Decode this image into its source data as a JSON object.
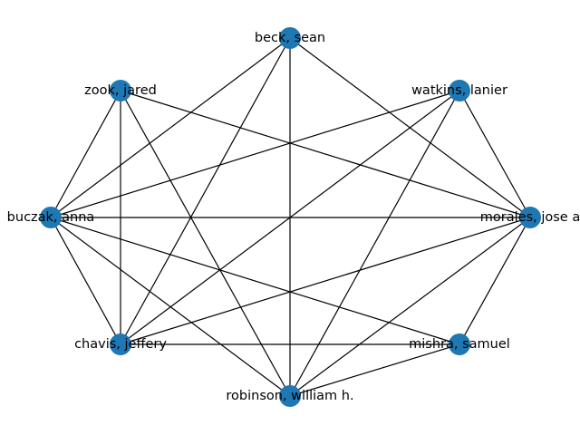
{
  "graph": {
    "node_color": "#1f77b4",
    "edge_color": "#000000",
    "nodes": [
      {
        "id": "beck",
        "label": "beck, sean"
      },
      {
        "id": "watkins",
        "label": "watkins, lanier"
      },
      {
        "id": "morales",
        "label": "morales, jose a"
      },
      {
        "id": "mishra",
        "label": "mishra, samuel"
      },
      {
        "id": "robinson",
        "label": "robinson, william h."
      },
      {
        "id": "chavis",
        "label": "chavis, jeffery"
      },
      {
        "id": "buczak",
        "label": "buczak, anna"
      },
      {
        "id": "zook",
        "label": "zook, jared"
      }
    ],
    "edges": [
      [
        "beck",
        "buczak"
      ],
      [
        "beck",
        "chavis"
      ],
      [
        "beck",
        "robinson"
      ],
      [
        "beck",
        "morales"
      ],
      [
        "zook",
        "buczak"
      ],
      [
        "zook",
        "chavis"
      ],
      [
        "zook",
        "robinson"
      ],
      [
        "zook",
        "morales"
      ],
      [
        "watkins",
        "buczak"
      ],
      [
        "watkins",
        "chavis"
      ],
      [
        "watkins",
        "robinson"
      ],
      [
        "watkins",
        "morales"
      ],
      [
        "buczak",
        "morales"
      ],
      [
        "buczak",
        "chavis"
      ],
      [
        "buczak",
        "robinson"
      ],
      [
        "buczak",
        "mishra"
      ],
      [
        "morales",
        "chavis"
      ],
      [
        "morales",
        "robinson"
      ],
      [
        "morales",
        "mishra"
      ],
      [
        "chavis",
        "mishra"
      ],
      [
        "robinson",
        "mishra"
      ]
    ]
  }
}
